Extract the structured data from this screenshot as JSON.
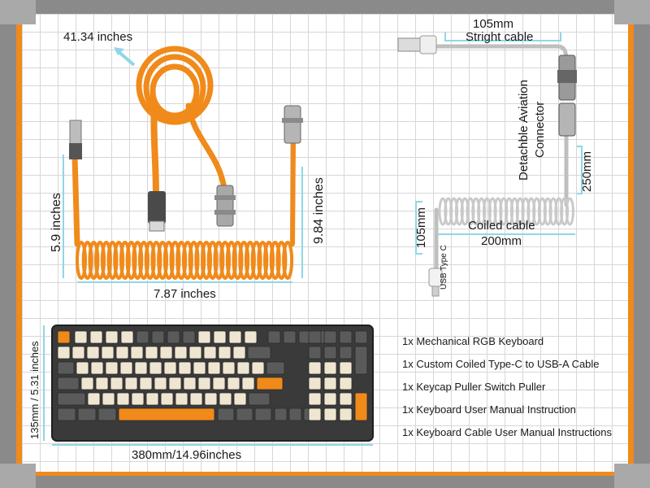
{
  "colors": {
    "accent": "#f08a1a",
    "cable_orange": "#f08a1a",
    "dimension_line": "#8fd7e6",
    "keyboard_body": "#3a3a3a",
    "key_dark": "#5a5a5a",
    "key_cream": "#efe6d2"
  },
  "labels": {
    "length_total": "41.34 inches",
    "height_left": "5.9 inches",
    "height_right": "9.84 inches",
    "coil_width": "7.87 inches",
    "straight_len": "105mm",
    "straight_label": "Stright cable",
    "aviation": "Detachble Aviation",
    "connector": "Connector",
    "len_250": "250mm",
    "coiled_label": "Coiled cable",
    "len_200": "200mm",
    "len_105_side": "105mm",
    "usb_type_c": "USB Type C",
    "kb_height": "135mm / 5.31 inches",
    "kb_width": "380mm/14.96inches"
  },
  "package_contents": [
    "1x Mechanical RGB Keyboard",
    "1x Custom Coiled Type-C to USB-A Cable",
    "1x Keycap Puller Switch Puller",
    "1x Keyboard User Manual Instruction",
    "1x Keyboard Cable User Manual Instructions"
  ],
  "icons": [
    "arrow-up-left-icon",
    "usb-a-plug-icon",
    "usb-c-plug-icon",
    "aviation-connector-icon"
  ]
}
